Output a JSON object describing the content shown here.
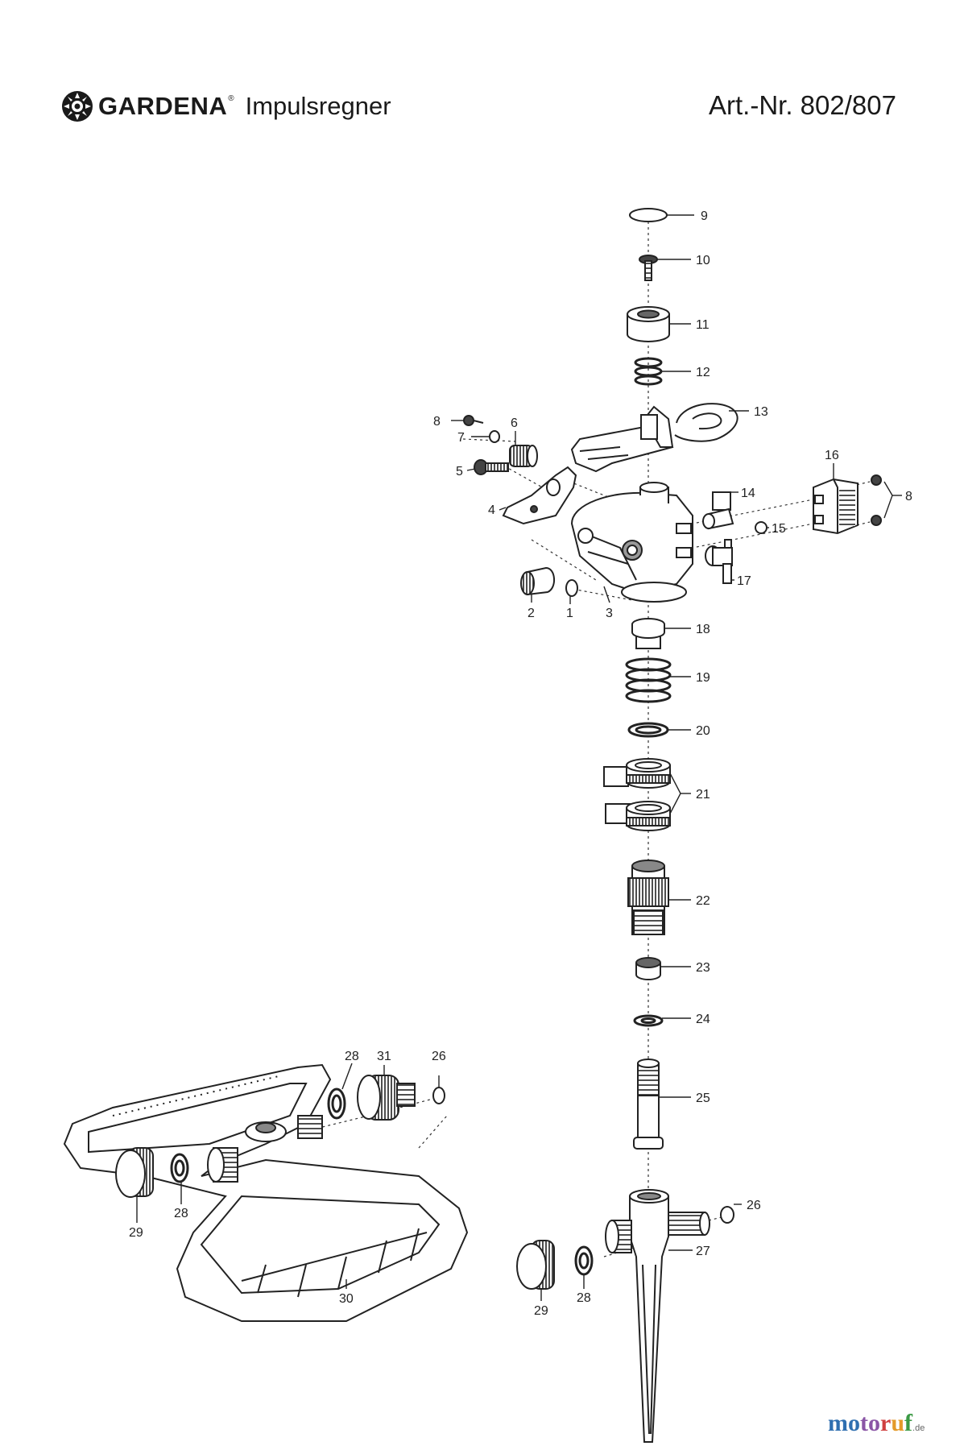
{
  "header": {
    "brand": "GARDENA",
    "brand_reg": "®",
    "product": "Impulsregner",
    "art_nr": "Art.-Nr. 802/807"
  },
  "parts": [
    "9",
    "10",
    "11",
    "12",
    "13",
    "8",
    "7",
    "6",
    "5",
    "4",
    "16",
    "14",
    "15",
    "17",
    "2",
    "1",
    "3",
    "18",
    "19",
    "20",
    "21",
    "22",
    "23",
    "24",
    "25",
    "28",
    "31",
    "26",
    "29",
    "28",
    "30",
    "26",
    "27",
    "29",
    "28"
  ],
  "watermark": {
    "p1": "mo",
    "p2": "to",
    "p3": "r",
    "p4": "u",
    "p5": "f",
    "tld": ".de"
  }
}
